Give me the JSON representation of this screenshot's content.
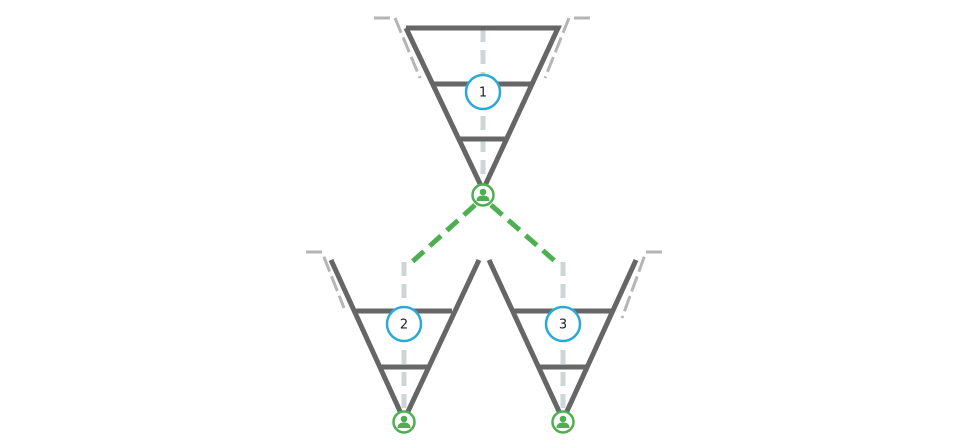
{
  "colors": {
    "frame": "#666666",
    "axis": "#cdd6d6",
    "link": "#4caf50",
    "badge_ring": "#29a9d9",
    "user_icon": "#4caf50"
  },
  "funnels": [
    {
      "id": "funnel-1",
      "badge": "1",
      "icon": "user-icon"
    },
    {
      "id": "funnel-2",
      "badge": "2",
      "icon": "user-icon"
    },
    {
      "id": "funnel-3",
      "badge": "3",
      "icon": "user-icon"
    }
  ],
  "connections": [
    {
      "from": "funnel-1",
      "to": "funnel-2",
      "style": "dashed"
    },
    {
      "from": "funnel-1",
      "to": "funnel-3",
      "style": "dashed"
    }
  ]
}
